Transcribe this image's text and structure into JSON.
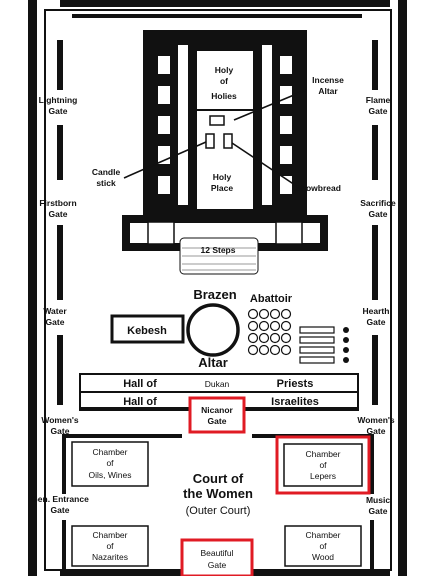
{
  "colors": {
    "wall": "#111111",
    "background": "#ffffff",
    "highlight": "#e01b24",
    "label": "#111111"
  },
  "sanctuary": {
    "holy_of_holies": [
      "Holy",
      "of",
      "Holies"
    ],
    "holy_place": [
      "Holy",
      "Place"
    ],
    "incense_altar": [
      "Incense",
      "Altar"
    ],
    "candlestick": [
      "Candle",
      "stick"
    ],
    "showbread": "Showbread",
    "steps": "12 Steps"
  },
  "gates": {
    "lightning": [
      "Lightning",
      "Gate"
    ],
    "flame": [
      "Flame",
      "Gate"
    ],
    "firstborn": [
      "Firstborn",
      "Gate"
    ],
    "sacrifice": [
      "Sacrifice",
      "Gate"
    ],
    "water": [
      "Water",
      "Gate"
    ],
    "hearth": [
      "Hearth",
      "Gate"
    ],
    "womens_left": [
      "Women's",
      "Gate"
    ],
    "womens_right": [
      "Women's",
      "Gate"
    ],
    "gen_entrance": [
      "Gen. Entrance",
      "Gate"
    ],
    "music": [
      "Music",
      "Gate"
    ],
    "nicanor": [
      "Nicanor",
      "Gate"
    ],
    "beautiful": [
      "Beautiful",
      "Gate"
    ]
  },
  "inner_court": {
    "brazen": "Brazen",
    "altar": "Altar",
    "kebesh": "Kebesh",
    "abattoir": "Abattoir",
    "hall_of_priests": {
      "left": "Hall of",
      "right": "Priests"
    },
    "hall_of_israelites": {
      "left": "Hall of",
      "right": "Israelites"
    },
    "dukan": "Dukan"
  },
  "womens_court": {
    "title": [
      "Court of",
      "the Women"
    ],
    "subtitle": "(Outer Court)",
    "chamber_oils": [
      "Chamber",
      "of",
      "Oils, Wines"
    ],
    "chamber_lepers": [
      "Chamber",
      "of",
      "Lepers"
    ],
    "chamber_nazarites": [
      "Chamber",
      "of",
      "Nazarites"
    ],
    "chamber_wood": [
      "Chamber",
      "of",
      "Wood"
    ]
  },
  "highlighted": [
    "nicanor-gate",
    "chamber-of-lepers",
    "beautiful-gate"
  ]
}
